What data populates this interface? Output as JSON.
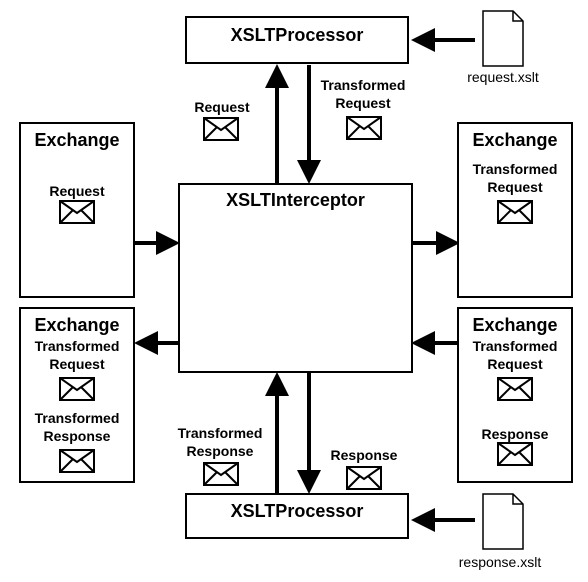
{
  "processor_top": {
    "title": "XSLTProcessor"
  },
  "processor_bottom": {
    "title": "XSLTProcessor"
  },
  "interceptor": {
    "title": "XSLTInterceptor"
  },
  "exchange_top_left": {
    "title": "Exchange",
    "message": "Request"
  },
  "exchange_top_right": {
    "title": "Exchange",
    "message": "Transformed\nRequest"
  },
  "exchange_bottom_left": {
    "title": "Exchange",
    "message_1": "Transformed\nRequest",
    "message_2": "Transformed\nResponse"
  },
  "exchange_bottom_right": {
    "title": "Exchange",
    "message_1": "Transformed\nRequest",
    "message_2": "Response"
  },
  "files": {
    "request": "request.xslt",
    "response": "response.xslt"
  },
  "flow_labels": {
    "to_top_processor": "Request",
    "from_top_processor": "Transformed\nRequest",
    "to_bottom_processor": "Transformed\nResponse",
    "from_bottom_processor": "Response"
  },
  "icons": {
    "message": "envelope-icon",
    "file": "document-icon"
  }
}
